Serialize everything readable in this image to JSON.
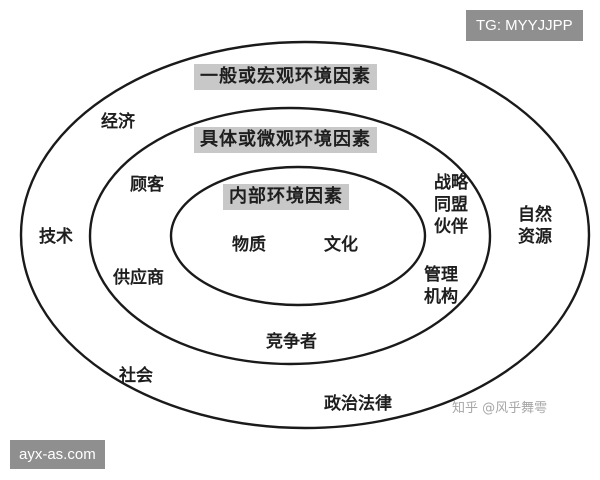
{
  "diagram": {
    "layers": {
      "general": {
        "title": "一般或宏观环境因素",
        "items": {
          "economy": "经济",
          "technology": "技术",
          "society": "社会",
          "politics_law": "政治法律",
          "natural_resources": "自然\n资源"
        }
      },
      "specific": {
        "title": "具体或微观环境因素",
        "items": {
          "customers": "顾客",
          "suppliers": "供应商",
          "competitors": "竞争者",
          "strategic_partners": "战略\n同盟\n伙伴",
          "regulatory_agencies": "管理\n机构"
        }
      },
      "internal": {
        "title": "内部环境因素",
        "items": {
          "material": "物质",
          "culture": "文化"
        }
      }
    }
  },
  "overlays": {
    "top_right_tag": "TG: MYYJJPP",
    "bottom_left_tag": "ayx-as.com",
    "credit": "知乎 @风乎舞雩"
  }
}
